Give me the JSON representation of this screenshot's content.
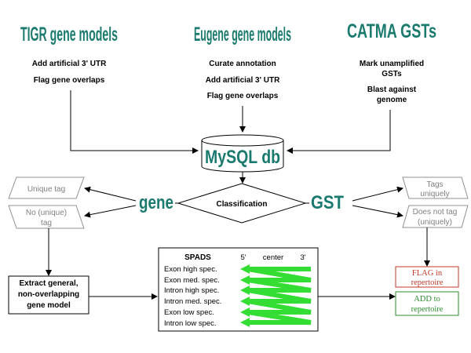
{
  "sources": {
    "tigr": {
      "title": "TIGR gene models",
      "steps": [
        "Add artificial 3' UTR",
        "Flag gene overlaps"
      ]
    },
    "eugene": {
      "title": "Eugene gene models",
      "steps": [
        "Curate annotation",
        "Add artificial 3' UTR",
        "Flag gene overlaps"
      ]
    },
    "catma": {
      "title": "CATMA GSTs",
      "steps": [
        "Mark unamplified",
        "GSTs",
        "Blast against",
        "genome"
      ]
    }
  },
  "db": {
    "label": "MySQL db"
  },
  "classification": {
    "label": "Classification"
  },
  "gene": {
    "label": "gene",
    "unique_tag": "Unique tag",
    "no_unique_tag": [
      "No (unique)",
      "tag"
    ],
    "extract": [
      "Extract general,",
      "non-overlapping",
      "gene model"
    ]
  },
  "gst": {
    "label": "GST",
    "tags_uniquely": [
      "Tags",
      "uniquely"
    ],
    "does_not_tag": [
      "Does not tag",
      "(uniquely)"
    ],
    "flag": [
      "FLAG in",
      "repertoire"
    ],
    "add": [
      "ADD to",
      "repertoire"
    ]
  },
  "spads": {
    "title": "SPADS",
    "col_5": "5'",
    "col_center": "center",
    "col_3": "3'",
    "rows": [
      "Exon high spec.",
      "Exon med. spec.",
      "Intron high spec.",
      "Intron med. spec.",
      "Exon low spec.",
      "Intron low spec."
    ]
  },
  "colors": {
    "title": "#1a7a6e",
    "flag": "#c0392b",
    "add": "#2e8b2e",
    "zigzag": "#33dd33",
    "grey_border": "#909090"
  }
}
